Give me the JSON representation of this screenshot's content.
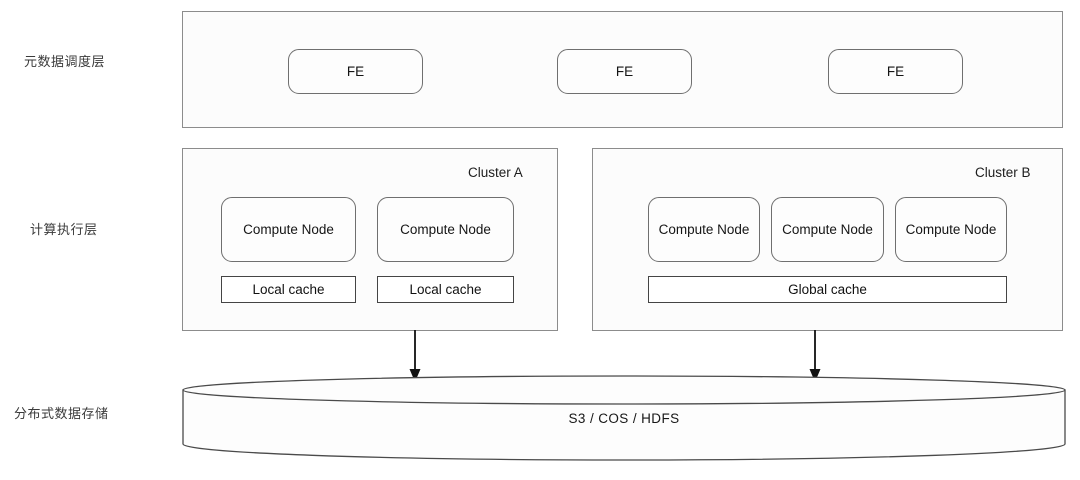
{
  "diagram": {
    "title_hidden": "",
    "layers": [
      {
        "id": "metadata",
        "label": "元数据调度层"
      },
      {
        "id": "compute",
        "label": "计算执行层"
      },
      {
        "id": "storage",
        "label": "分布式数据存储"
      }
    ],
    "metadata_layer": {
      "nodes": [
        {
          "label": "FE"
        },
        {
          "label": "FE"
        },
        {
          "label": "FE"
        }
      ]
    },
    "compute_layer": {
      "clusters": [
        {
          "title": "Cluster A",
          "nodes": [
            {
              "label": "Compute Node"
            },
            {
              "label": "Compute Node"
            }
          ],
          "caches": [
            {
              "label": "Local cache"
            },
            {
              "label": "Local cache"
            }
          ],
          "cache_mode": "per-node"
        },
        {
          "title": "Cluster B",
          "nodes": [
            {
              "label": "Compute Node"
            },
            {
              "label": "Compute Node"
            },
            {
              "label": "Compute Node"
            }
          ],
          "caches": [
            {
              "label": "Global cache"
            }
          ],
          "cache_mode": "shared"
        }
      ]
    },
    "storage_layer": {
      "label": "S3 / COS / HDFS"
    },
    "connectors": [
      {
        "from": "Cluster A",
        "to": "S3 / COS / HDFS",
        "type": "arrow-down"
      },
      {
        "from": "Cluster B",
        "to": "S3 / COS / HDFS",
        "type": "arrow-down"
      }
    ],
    "colors": {
      "background": "#ffffff",
      "panel_fill": "#fcfcfc",
      "panel_stroke": "#8c8c8c",
      "node_stroke": "#6f6f6f",
      "cache_stroke": "#444444",
      "text": "#151515",
      "label_text": "#3a3a3a"
    }
  }
}
